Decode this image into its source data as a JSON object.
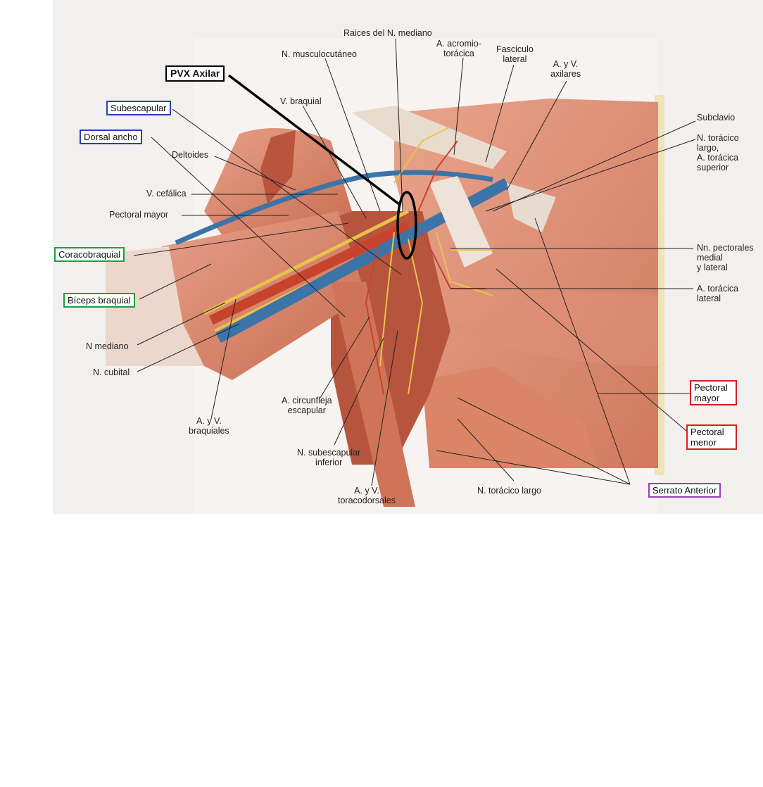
{
  "labels": {
    "raices_mediano": "Raices del N. mediano",
    "acromio": "A. acromio-\ntorácica",
    "fasciculo": "Fasciculo\nlateral",
    "musculocutaneo": "N. musculocutáneo",
    "ayv_axilares": "A. y V.\naxilares",
    "v_braquial": "V. braquial",
    "subclavio": "Subclavio",
    "toracico_largo_sup": "N. torácico\nlargo,\nA. torácica\nsuperior",
    "deltoides": "Deltoides",
    "v_cefalica": "V. cefálica",
    "pectoral_mayor_left": "Pectoral mayor",
    "nn_pectorales": "Nn. pectorales\nmedial\ny lateral",
    "toracica_lateral": "A. torácica\nlateral",
    "n_mediano": "N mediano",
    "n_cubital": "N. cubital",
    "circunfleja": "A. circunfleja\nescapular",
    "ayv_braquiales": "A. y V.\nbraquiales",
    "subescapular_inf": "N. subescapular\ninferior",
    "toracodorsales": "A. y V.\ntoracodorsales",
    "toracico_largo": "N. torácico largo"
  },
  "boxes": {
    "pvx_axilar": "PVX Axilar",
    "subescapular": "Subescapular",
    "dorsal_ancho": "Dorsal ancho",
    "coracobraquial": "Coracobraquial",
    "biceps": "Bíceps braquial",
    "pectoral_mayor": "Pectoral\nmayor",
    "pectoral_menor": "Pectoral\nmenor",
    "serrato": "Serrato Anterior"
  },
  "colors": {
    "muscle": "#d98a6c",
    "muscle_dark": "#b5573f",
    "artery": "#c8432c",
    "vein": "#3c74a8",
    "nerve": "#e8c24a",
    "tendon": "#e8dccf",
    "box_black": "#000000",
    "box_blue": "#2b3fb0",
    "box_green": "#1aa040",
    "box_red": "#d41f1f",
    "box_purple": "#9b3db5"
  }
}
